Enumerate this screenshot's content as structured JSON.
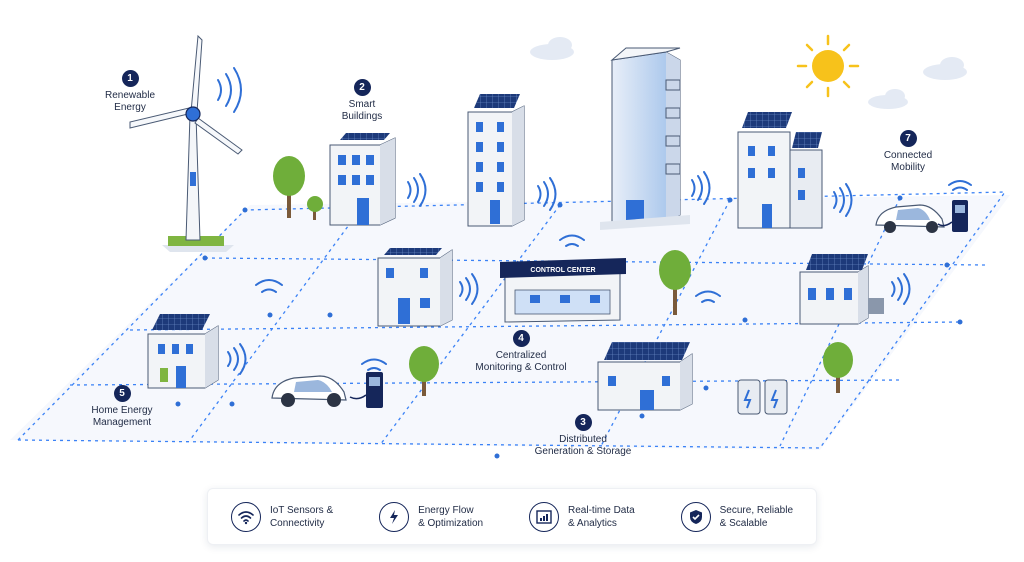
{
  "callouts": [
    {
      "number": "1",
      "label": "Renewable\nEnergy"
    },
    {
      "number": "2",
      "label": "Smart\nBuildings"
    },
    {
      "number": "3",
      "label": "Distributed\nGeneration & Storage"
    },
    {
      "number": "4",
      "label": "Centralized\nMonitoring & Control"
    },
    {
      "number": "5",
      "label": "Home Energy\nManagement"
    },
    {
      "number": "7",
      "label": "Connected\nMobility"
    }
  ],
  "control_center": {
    "sign": "CONTROL CENTER"
  },
  "legend": [
    {
      "label": "IoT Sensors &\nConnectivity",
      "icon": "wifi-icon"
    },
    {
      "label": "Energy Flow\n& Optimization",
      "icon": "lightning-icon"
    },
    {
      "label": "Real-time Data\n& Analytics",
      "icon": "bar-chart-icon"
    },
    {
      "label": "Secure, Reliable\n& Scalable",
      "icon": "shield-check-icon"
    }
  ],
  "colors": {
    "navy": "#15265a",
    "accent_blue": "#2f6fd6",
    "grid_line": "#3b82f6",
    "tree_green": "#6fae3a",
    "building_wall": "#f2f4f7",
    "solar_panel": "#1d3a7a",
    "sun": "#f7c21b"
  }
}
